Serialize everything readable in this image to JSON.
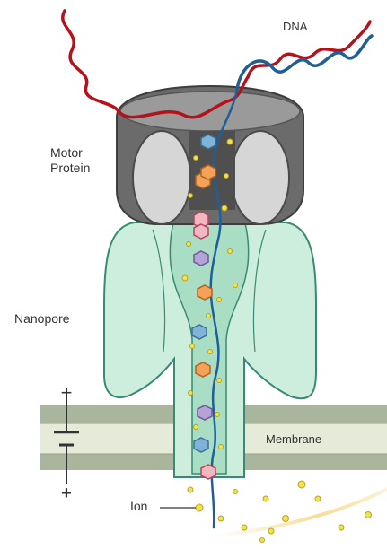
{
  "labels": {
    "dna": "DNA",
    "motor_protein_line1": "Motor",
    "motor_protein_line2": "Protein",
    "nanopore": "Nanopore",
    "membrane": "Membrane",
    "ion": "Ion"
  },
  "electrodes": {
    "negative": "−",
    "positive": "+"
  },
  "colors": {
    "dna_strand_red": "#b5121b",
    "dna_strand_blue": "#1f5f96",
    "motor_protein_dark": "#5a5a5a",
    "motor_protein_mid": "#8a8a8a",
    "motor_protein_light": "#d6d6d6",
    "nanopore_fill": "#cdeedd",
    "nanopore_stroke": "#3a8a73",
    "membrane_dark": "#a9b59d",
    "membrane_light": "#e5ead9",
    "ion_yellow": "#f2e34c",
    "nucleotide_blue": "#7fb3d8",
    "nucleotide_orange": "#f4a259",
    "nucleotide_pink": "#f3b7c2",
    "nucleotide_purple": "#b6a3d6"
  }
}
